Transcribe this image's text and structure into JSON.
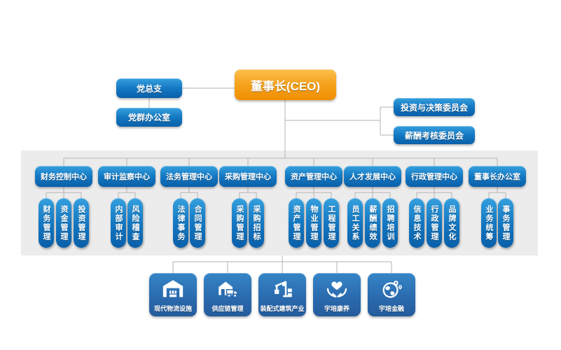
{
  "colors": {
    "accent_blue": "#0d64ae",
    "accent_orange": "#f29105",
    "band_gray": "#ececec",
    "line_gray": "#b3b3b3",
    "text_white": "#ffffff"
  },
  "root": {
    "label": "董事长(CEO)"
  },
  "party": {
    "branch_label": "党总支",
    "office_label": "党群办公室"
  },
  "committees": [
    {
      "label": "投资与决策委员会"
    },
    {
      "label": "薪酬考核委员会"
    }
  ],
  "centers": [
    {
      "title": "财务控制中心",
      "children": [
        "财务管理",
        "资金管理",
        "投资管理"
      ]
    },
    {
      "title": "审计监察中心",
      "children": [
        "内部审计",
        "风险稽查"
      ]
    },
    {
      "title": "法务管理中心",
      "children": [
        "法律事务",
        "合同管理"
      ]
    },
    {
      "title": "采购管理中心",
      "children": [
        "采购管理",
        "采购招标"
      ]
    },
    {
      "title": "资产管理中心",
      "children": [
        "资产管理",
        "物业管理",
        "工程管理"
      ]
    },
    {
      "title": "人才发展中心",
      "children": [
        "员工关系",
        "薪酬绩效",
        "招聘培训"
      ]
    },
    {
      "title": "行政管理中心",
      "children": [
        "信息技术",
        "行政管理",
        "品牌文化"
      ]
    },
    {
      "title": "董事长办公室",
      "children": [
        "业务统筹",
        "事务管理"
      ]
    }
  ],
  "businesses": [
    {
      "label": "现代物流设施",
      "icon": "warehouse-icon"
    },
    {
      "label": "供应链管理",
      "icon": "house-truck-icon"
    },
    {
      "label": "装配式建筑产业",
      "icon": "crane-icon"
    },
    {
      "label": "宇培康养",
      "icon": "hands-heart-icon"
    },
    {
      "label": "宇培金融",
      "icon": "globe-pins-icon"
    }
  ]
}
